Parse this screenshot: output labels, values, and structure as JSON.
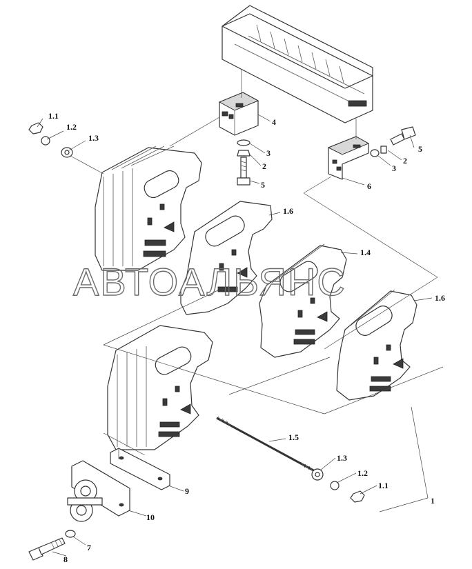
{
  "watermark": "АВТОАЛЬЯНС",
  "callouts": {
    "c1": "1",
    "c11a": "1.1",
    "c12a": "1.2",
    "c13a": "1.3",
    "c11b": "1.1",
    "c12b": "1.2",
    "c13b": "1.3",
    "c14": "1.4",
    "c15": "1.5",
    "c16a": "1.6",
    "c16b": "1.6",
    "c2a": "2",
    "c2b": "2",
    "c3a": "3",
    "c3b": "3",
    "c4": "4",
    "c5a": "5",
    "c5b": "5",
    "c6": "6",
    "c7": "7",
    "c8": "8",
    "c9": "9",
    "c10": "10"
  }
}
